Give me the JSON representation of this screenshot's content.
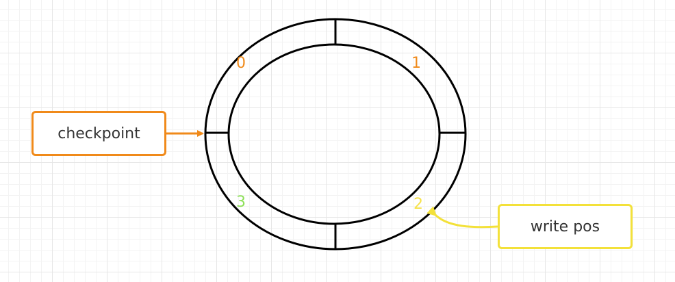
{
  "labels": {
    "checkpoint": "checkpoint",
    "write_pos": "write pos"
  },
  "segments": [
    "0",
    "1",
    "2",
    "3"
  ],
  "colors": {
    "checkpoint": "#f08a1a",
    "write_pos": "#f3e13a",
    "segment_0": "#f08a1a",
    "segment_1": "#f08a1a",
    "segment_2": "#f6e24a",
    "segment_3": "#8ee05a",
    "ring": "#000000"
  }
}
